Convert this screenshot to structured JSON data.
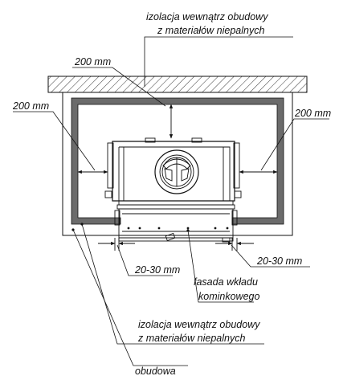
{
  "labels": {
    "top_insulation_line1": "izolacja wewnątrz obudowy",
    "top_insulation_line2": "z materiałów niepalnych",
    "dim_top": "200 mm",
    "dim_left": "200 mm",
    "dim_right": "200 mm",
    "gap_left": "20-30 mm",
    "gap_right": "20-30 mm",
    "facade_line1": "fasada wkładu",
    "facade_line2": "kominkowego",
    "bottom_insulation_line1": "izolacja wewnątrz obudowy",
    "bottom_insulation_line2": "z materiałów niepalnych",
    "housing": "obudowa"
  },
  "colors": {
    "insulation": "#6b6b6b",
    "outline": "#111111",
    "background": "#ffffff"
  }
}
